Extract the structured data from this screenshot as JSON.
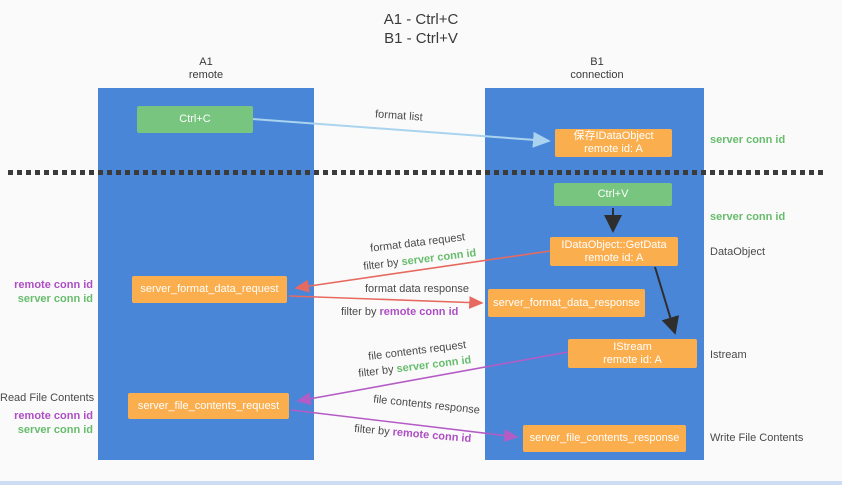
{
  "title": {
    "line1": "A1 - Ctrl+C",
    "line2": "B1 - Ctrl+V"
  },
  "columns": {
    "a": {
      "id": "A1",
      "subtitle": "remote"
    },
    "b": {
      "id": "B1",
      "subtitle": "connection"
    }
  },
  "boxes": {
    "ctrl_c": "Ctrl+C",
    "save_dataobject": {
      "line1": "保存IDataObject",
      "line2": "remote id: A"
    },
    "ctrl_v": "Ctrl+V",
    "getdata": {
      "line1": "IDataObject::GetData",
      "line2": "remote id: A"
    },
    "format_request": "server_format_data_request",
    "format_response": "server_format_data_response",
    "istream": {
      "line1": "IStream",
      "line2": "remote id: A"
    },
    "file_request": "server_file_contents_request",
    "file_response": "server_file_contents_response"
  },
  "arrow_labels": {
    "format_list": "format list",
    "format_data_request": "format data request",
    "format_data_response": "format data response",
    "file_contents_request": "file contents request",
    "file_contents_response": "file contents response",
    "filter_by": "filter by ",
    "server_conn_id": "server conn id",
    "remote_conn_id": "remote conn id"
  },
  "side_labels": {
    "server_conn_id_top": "server conn id",
    "server_conn_id_mid": "server conn id",
    "dataobject": "DataObject",
    "istream": "Istream",
    "write_file_contents": "Write File Contents",
    "read_file_contents": "Read File Contents",
    "remote_conn_id_1": "remote conn id",
    "server_conn_id_1": "server conn id",
    "remote_conn_id_2": "remote conn id",
    "server_conn_id_2": "server conn id"
  },
  "colors": {
    "column_blue": "#4a86d8",
    "node_green": "#77c57e",
    "node_orange": "#fbae4e",
    "accent_green_text": "#67bd6c",
    "accent_purple_text": "#ad4ec4",
    "arrow_light_blue": "#a9d3ee",
    "arrow_red": "#e66a60",
    "arrow_purple": "#b45cc6",
    "arrow_black": "#2e2e2e",
    "background": "#fafafa"
  }
}
